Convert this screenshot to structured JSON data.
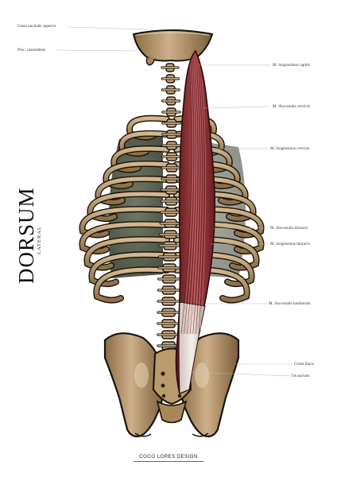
{
  "title": {
    "main": "DORSUM",
    "sub": "LATERAL"
  },
  "labels": {
    "left": [
      "Linea nuchalis superior",
      "Proc. mastoideus"
    ],
    "right": [
      "M. longissimus capitis",
      "M. iliocostalis cervicis",
      "M. longissimus cervicis",
      "M.  iliocostalis thoracis",
      "M. longissimus thoracis",
      "M. iliocostalis lumborum",
      "Crista iliaca",
      "Os sacrum"
    ]
  },
  "credit": "COCO LORES DESIGN",
  "colors": {
    "bone_light": "#c9ad83",
    "bone_mid": "#a88a5f",
    "bone_dark": "#6b5434",
    "outline": "#1a1208",
    "muscle_dark": "#6e1d22",
    "muscle_mid": "#9c3a3e",
    "muscle_light": "#c87478",
    "tendon": "#e9e2dc",
    "cavity": "#46523a"
  }
}
